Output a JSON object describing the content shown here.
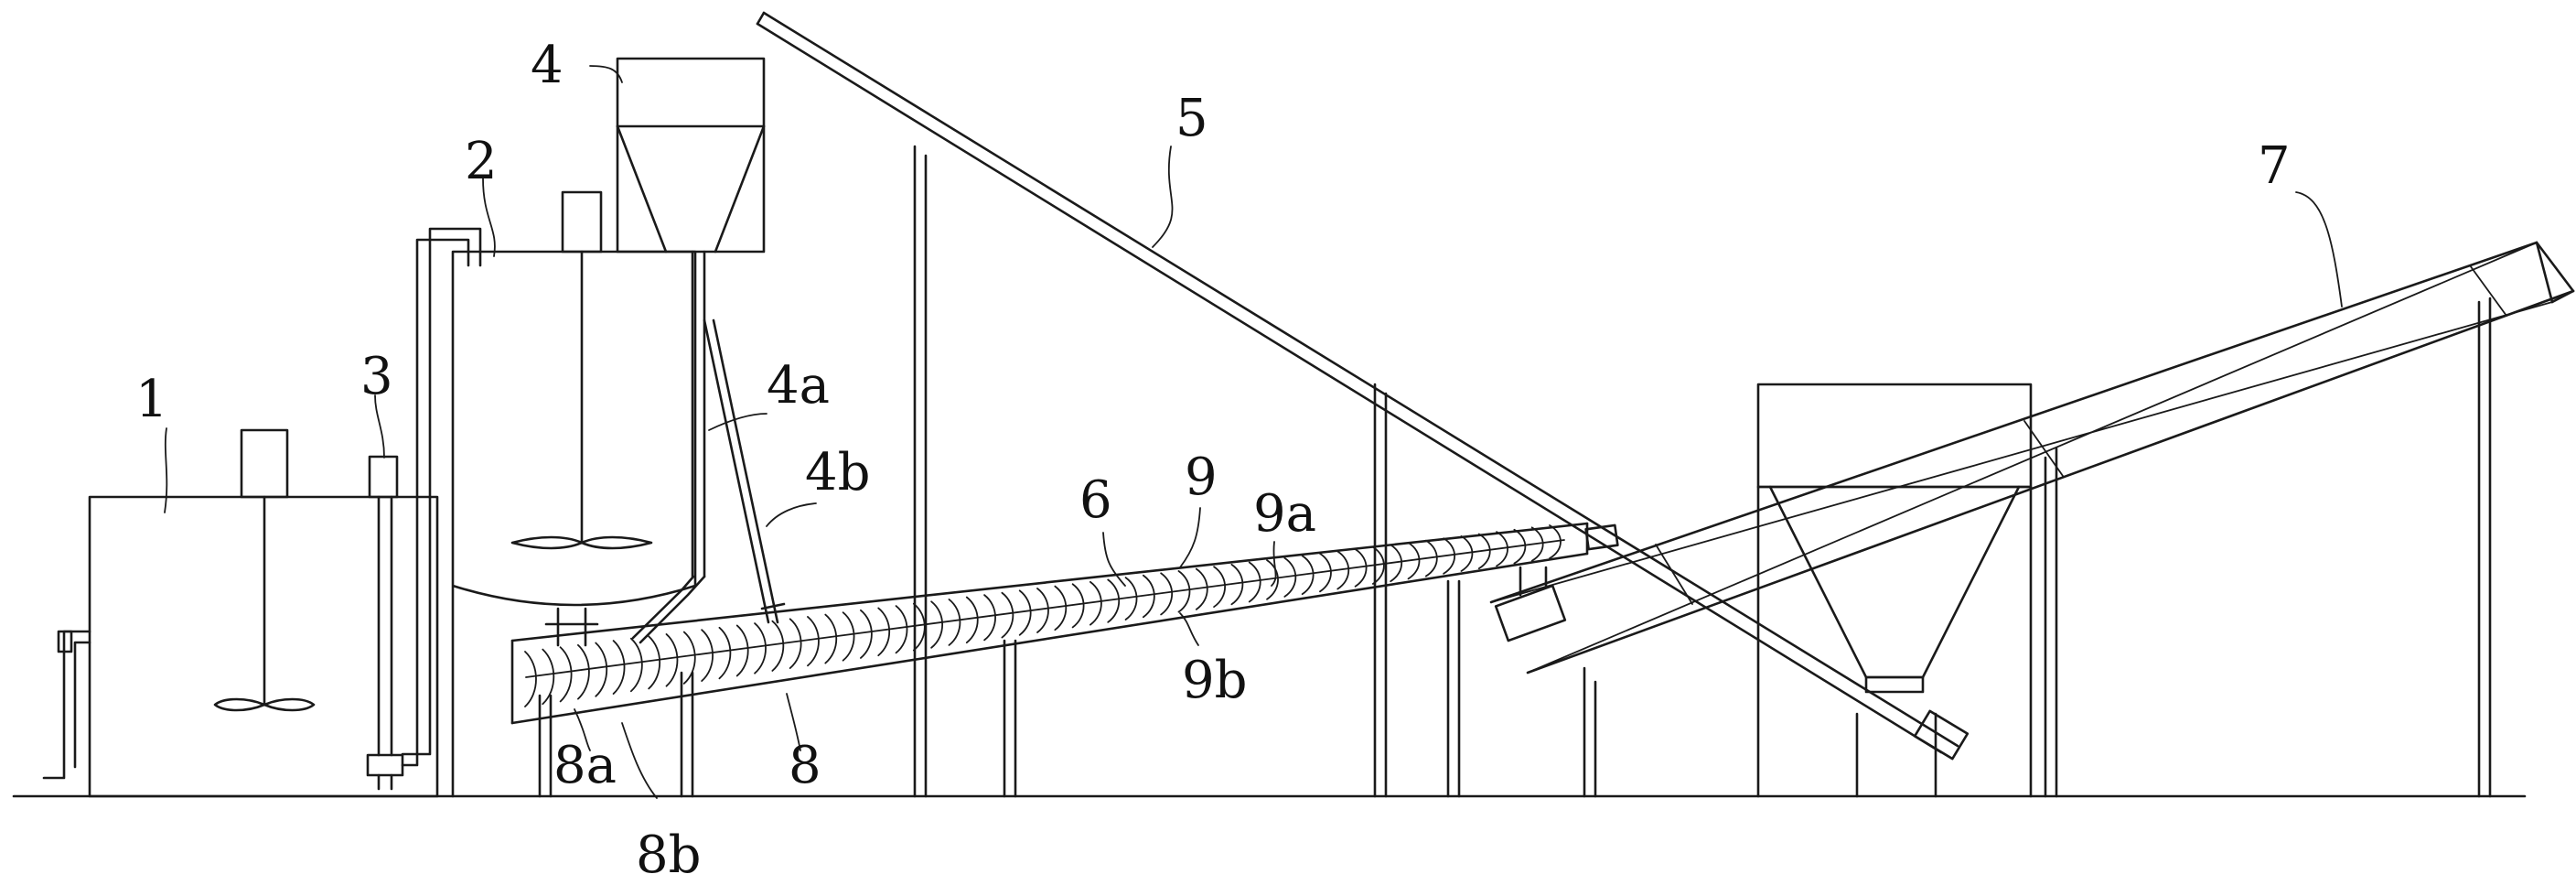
{
  "labels": {
    "tank_1": "1",
    "tank_2": "2",
    "pump_3": "3",
    "hopper_4": "4",
    "pipe_4a": "4a",
    "valve_4b": "4b",
    "conveyor_5": "5",
    "trough_6": "6",
    "conveyor_7": "7",
    "screw_8": "8",
    "screw_8a": "8a",
    "screw_8b": "8b",
    "screw_9": "9",
    "screw_9a": "9a",
    "screw_9b": "9b"
  },
  "colors": {
    "line": "#1a1a1a",
    "background": "#ffffff"
  }
}
